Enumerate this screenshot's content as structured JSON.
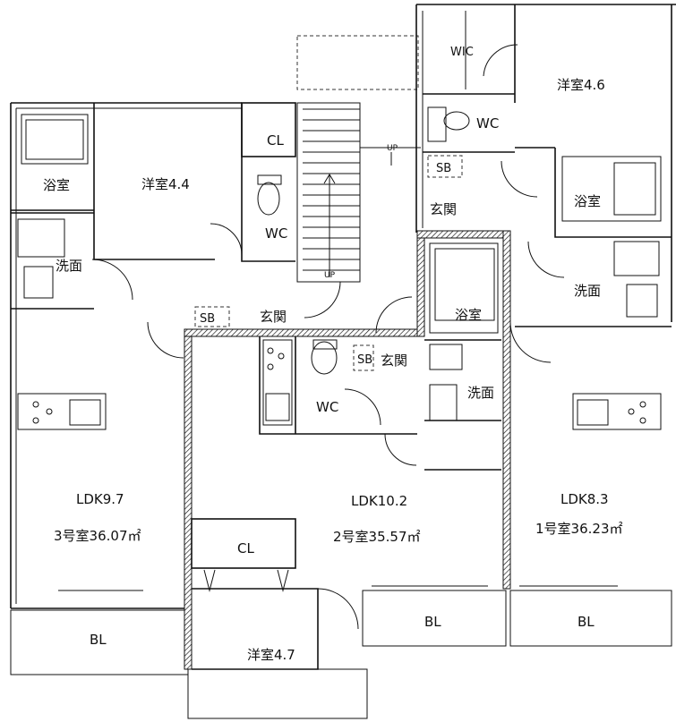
{
  "rooms": {
    "w3_bath": "浴室",
    "w3_western": "洋室4.4",
    "w3_cl": "CL",
    "w3_wc": "WC",
    "w3_wash": "洗面",
    "w3_sb": "SB",
    "w3_entry": "玄関",
    "w3_ldk": "LDK9.7",
    "w3_unit": "3号室36.07㎡",
    "w3_bl": "BL",
    "w1_wic": "WIC",
    "w1_western": "洋室4.6",
    "w1_wc": "WC",
    "w1_sb": "SB",
    "w1_entry": "玄関",
    "w1_bath": "浴室",
    "w1_wash": "洗面",
    "w1_ldk": "LDK8.3",
    "w1_unit": "1号室36.23㎡",
    "w1_bl": "BL",
    "w2_bath": "浴室",
    "w2_wash": "洗面",
    "w2_wc": "WC",
    "w2_sb": "SB",
    "w2_entry": "玄関",
    "w2_ldk": "LDK10.2",
    "w2_unit": "2号室35.57㎡",
    "w2_cl": "CL",
    "w2_western": "洋室4.7",
    "w2_bl": "BL"
  },
  "stair": {
    "up_top": "UP",
    "up_bottom": "UP"
  }
}
